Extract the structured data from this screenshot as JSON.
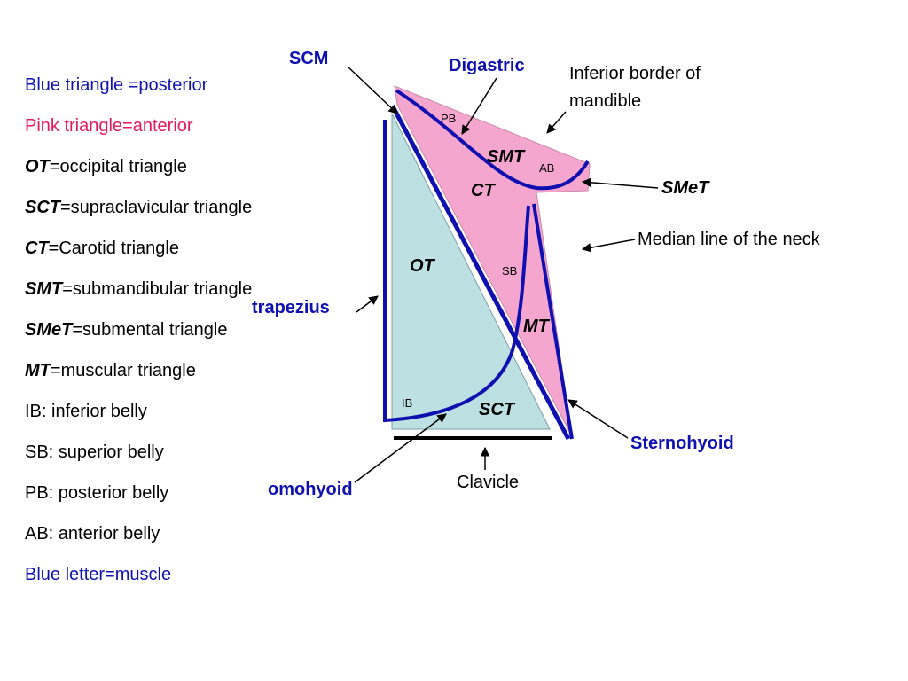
{
  "legend": [
    {
      "abbr": "",
      "text": "Blue triangle =posterior",
      "color": "blue"
    },
    {
      "abbr": "",
      "text": "Pink triangle=anterior",
      "color": "pink"
    },
    {
      "abbr": "OT",
      "text": "=occipital triangle",
      "color": "black"
    },
    {
      "abbr": "SCT",
      "text": "=supraclavicular triangle",
      "color": "black"
    },
    {
      "abbr": "CT",
      "text": "=Carotid triangle",
      "color": "black"
    },
    {
      "abbr": "SMT",
      "text": "=submandibular triangle",
      "color": "black"
    },
    {
      "abbr": "SMeT",
      "text": "=submental triangle",
      "color": "black"
    },
    {
      "abbr": "MT",
      "text": "=muscular triangle",
      "color": "black"
    },
    {
      "abbr": "",
      "text": "IB: inferior belly",
      "color": "black"
    },
    {
      "abbr": "",
      "text": "SB: superior belly",
      "color": "black"
    },
    {
      "abbr": "",
      "text": "PB: posterior belly",
      "color": "black"
    },
    {
      "abbr": "",
      "text": "AB: anterior belly",
      "color": "black"
    },
    {
      "abbr": "",
      "text": "Blue letter=muscle",
      "color": "blue"
    }
  ],
  "diagram": {
    "muscles": {
      "scm": "SCM",
      "digastric": "Digastric",
      "trapezius": "trapezius",
      "sternohyoid": "Sternohyoid",
      "omohyoid": "omohyoid"
    },
    "regions": {
      "smt": "SMT",
      "ct": "CT",
      "ot": "OT",
      "mt": "MT",
      "sct": "SCT",
      "smet": "SMeT"
    },
    "bellies": {
      "pb": "PB",
      "ab": "AB",
      "sb": "SB",
      "ib": "IB"
    },
    "annotations": {
      "mandible_line1": "Inferior border of",
      "mandible_line2": "mandible",
      "median": "Median line of the neck",
      "clavicle": "Clavicle"
    }
  },
  "colors": {
    "muscle_blue": "#1010b0",
    "posterior_fill": "#bde0e3",
    "anterior_fill": "#f4a6cf",
    "anterior_text": "#e6195f"
  }
}
